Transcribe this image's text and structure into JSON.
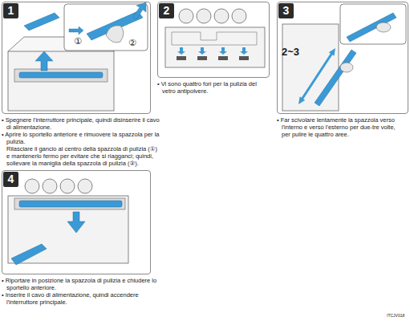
{
  "diagram": {
    "nodes": [
      {
        "text": [
          "1",
          "• Spegnere l'interruttore principale, quindi disinserire il cavo di alimentazione.",
          "• Aprire lo sportello anteriore e rimuovere la spazzola per la pulizia.",
          "Rilasciare il gancio al centro della spazzola di pulizia (①) e mantenerlo fermo per evitare che si riagganci; quindi, sollevare la maniglia della spazzola di pulizia (②)."
        ]
      },
      {
        "text": [
          "2",
          "• Vi sono quattro fori per la pulizia del vetro antipolvere."
        ]
      },
      {
        "text": [
          "3",
          "• Far scivolare lentamente la spazzola verso l'interno e verso l'esterno per due-tre volte, per pulire le quattro aree."
        ]
      },
      {
        "text": [
          "4",
          "• Riportare in posizione la spazzola di pulizia e chiudere lo sportello anteriore.",
          "• Inserire il cavo di alimentazione, quindi accendere l'interruttore principale."
        ]
      }
    ],
    "labels": [
      "①",
      "②",
      "2~3",
      "ITCJV018"
    ]
  }
}
